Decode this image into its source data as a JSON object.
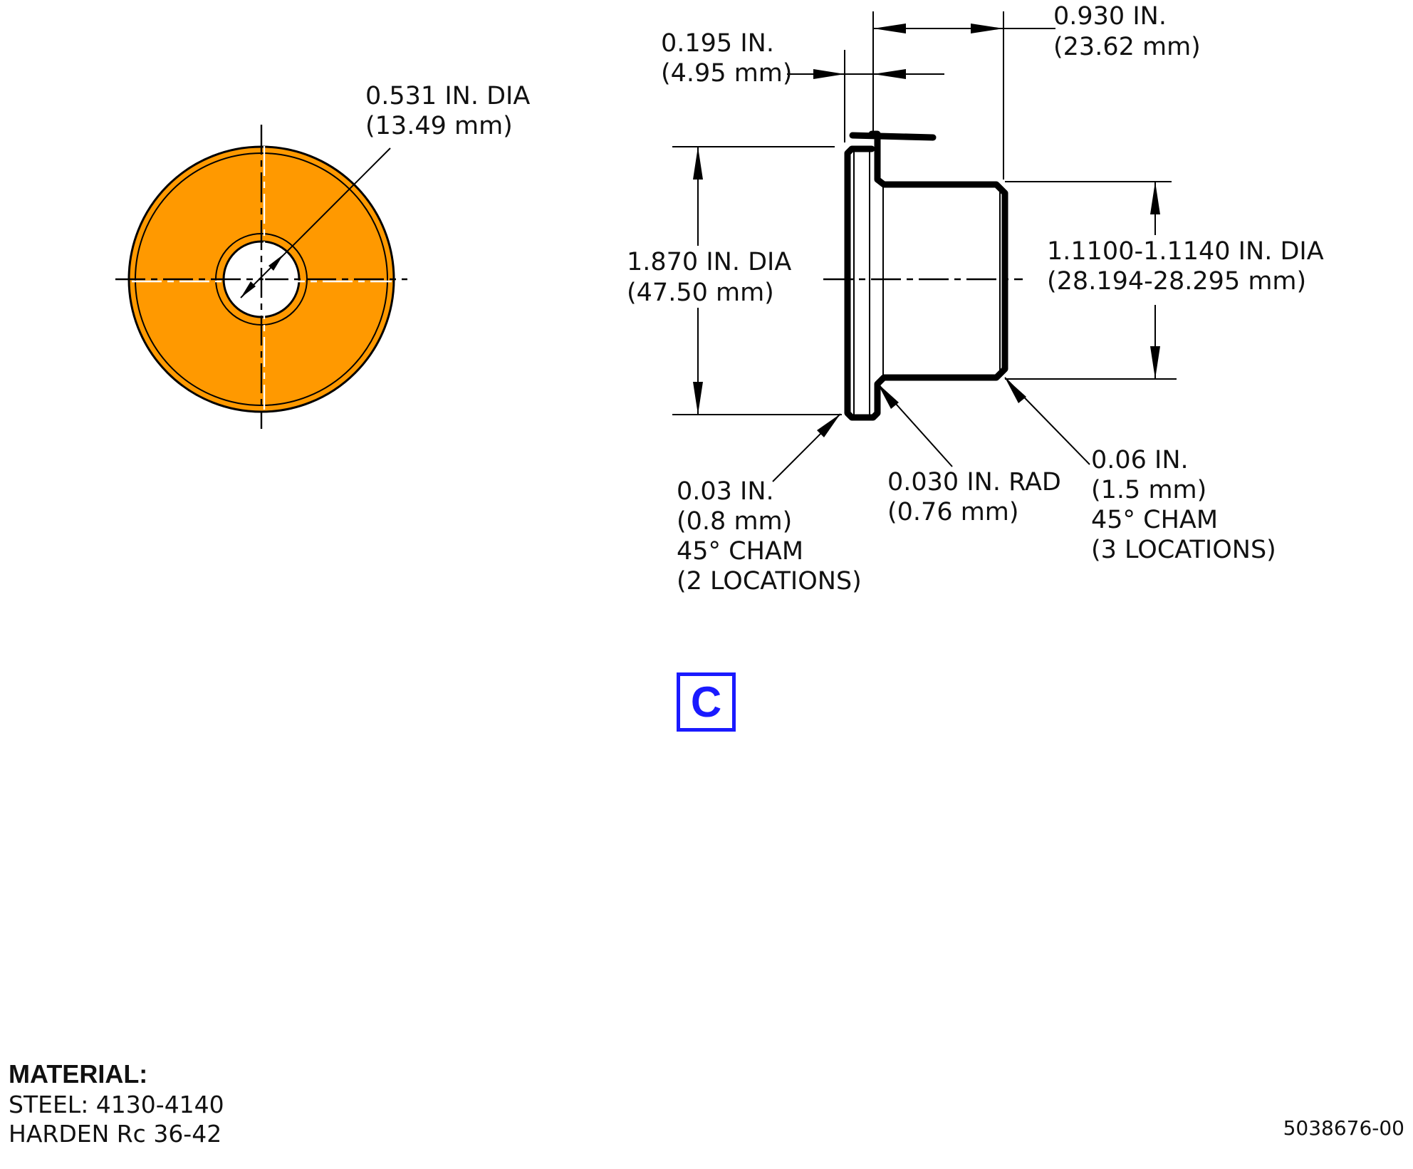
{
  "front_view": {
    "bore_dia": {
      "line1": "0.531 IN. DIA",
      "line2": "(13.49 mm)"
    },
    "fill_color": "#FF9900"
  },
  "side_view": {
    "flange_thickness": {
      "line1": "0.195 IN.",
      "line2": "(4.95 mm)"
    },
    "overall_length": {
      "line1": "0.930 IN.",
      "line2": "(23.62 mm)"
    },
    "flange_dia": {
      "line1": "1.870 IN. DIA",
      "line2": "(47.50 mm)"
    },
    "shank_dia": {
      "line1": "1.1100-1.1140 IN. DIA",
      "line2": "(28.194-28.295 mm)"
    },
    "flange_chamfer": {
      "line1": "0.03 IN.",
      "line2": "(0.8 mm)",
      "line3": "45° CHAM",
      "line4": "(2 LOCATIONS)"
    },
    "fillet_radius": {
      "line1": "0.030 IN. RAD",
      "line2": "(0.76 mm)"
    },
    "shank_chamfer": {
      "line1": "0.06 IN.",
      "line2": "(1.5 mm)",
      "line3": "45° CHAM",
      "line4": "(3 LOCATIONS)"
    }
  },
  "revision": "C",
  "material": {
    "title": "MATERIAL:",
    "line1": "STEEL: 4130-4140",
    "line2": "HARDEN Rc 36-42"
  },
  "part_number": "5038676-00"
}
